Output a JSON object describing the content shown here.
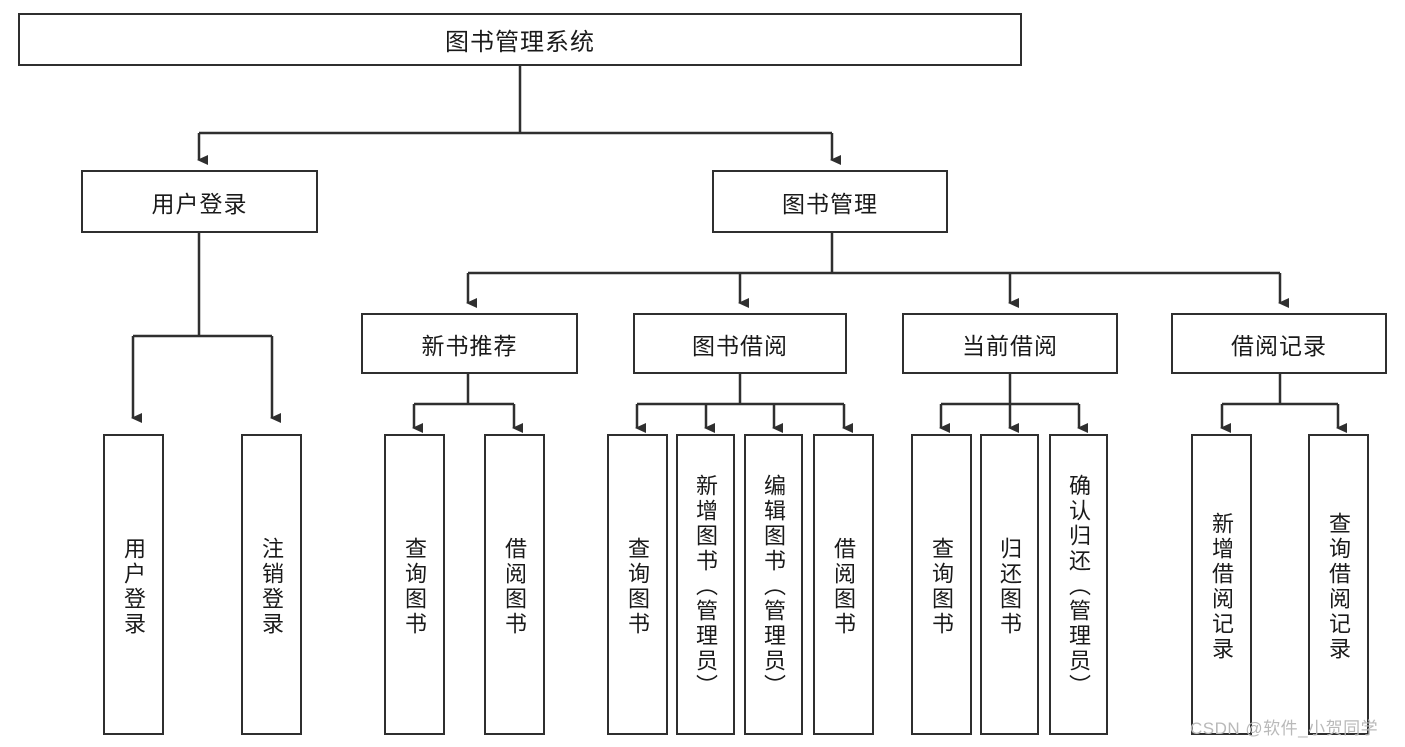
{
  "diagram": {
    "title": "图书管理系统",
    "type": "tree-hierarchy",
    "root": {
      "label": "图书管理系统"
    },
    "level2": [
      {
        "label": "用户登录"
      },
      {
        "label": "图书管理"
      }
    ],
    "level3": [
      {
        "label": "新书推荐"
      },
      {
        "label": "图书借阅"
      },
      {
        "label": "当前借阅"
      },
      {
        "label": "借阅记录"
      }
    ],
    "leaves_user_login": [
      {
        "label": "用户登录"
      },
      {
        "label": "注销登录"
      }
    ],
    "leaves_new_book": [
      {
        "label": "查询图书"
      },
      {
        "label": "借阅图书"
      }
    ],
    "leaves_borrow": [
      {
        "label": "查询图书"
      },
      {
        "label": "新增图书（管理员）"
      },
      {
        "label": "编辑图书（管理员）"
      },
      {
        "label": "借阅图书"
      }
    ],
    "leaves_current": [
      {
        "label": "查询图书"
      },
      {
        "label": "归还图书"
      },
      {
        "label": "确认归还（管理员）"
      }
    ],
    "leaves_records": [
      {
        "label": "新增借阅记录"
      },
      {
        "label": "查询借阅记录"
      }
    ],
    "colors": {
      "stroke": "#2f2f2f",
      "fill": "#ffffff",
      "text": "#1a1a1a",
      "watermark": "#b9b9b9"
    }
  },
  "watermark": {
    "text": "CSDN @软件_小贺同学"
  }
}
